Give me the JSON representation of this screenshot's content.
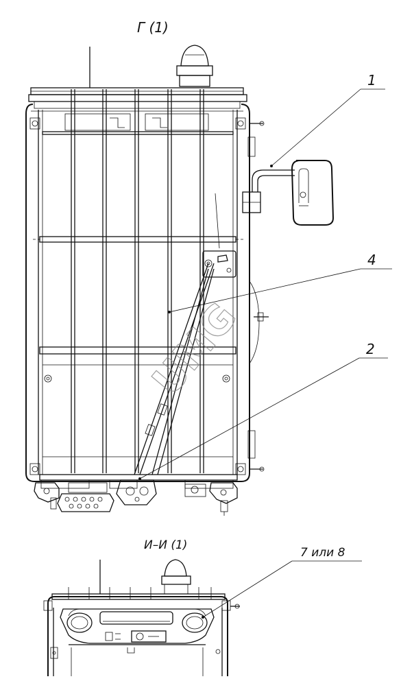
{
  "views": {
    "top_title": "Г (1)",
    "bottom_title": "И–И (1)"
  },
  "callouts": {
    "c1": "1",
    "c2": "2",
    "c4": "4",
    "c7": "7 или 8"
  },
  "watermark": "UMG"
}
